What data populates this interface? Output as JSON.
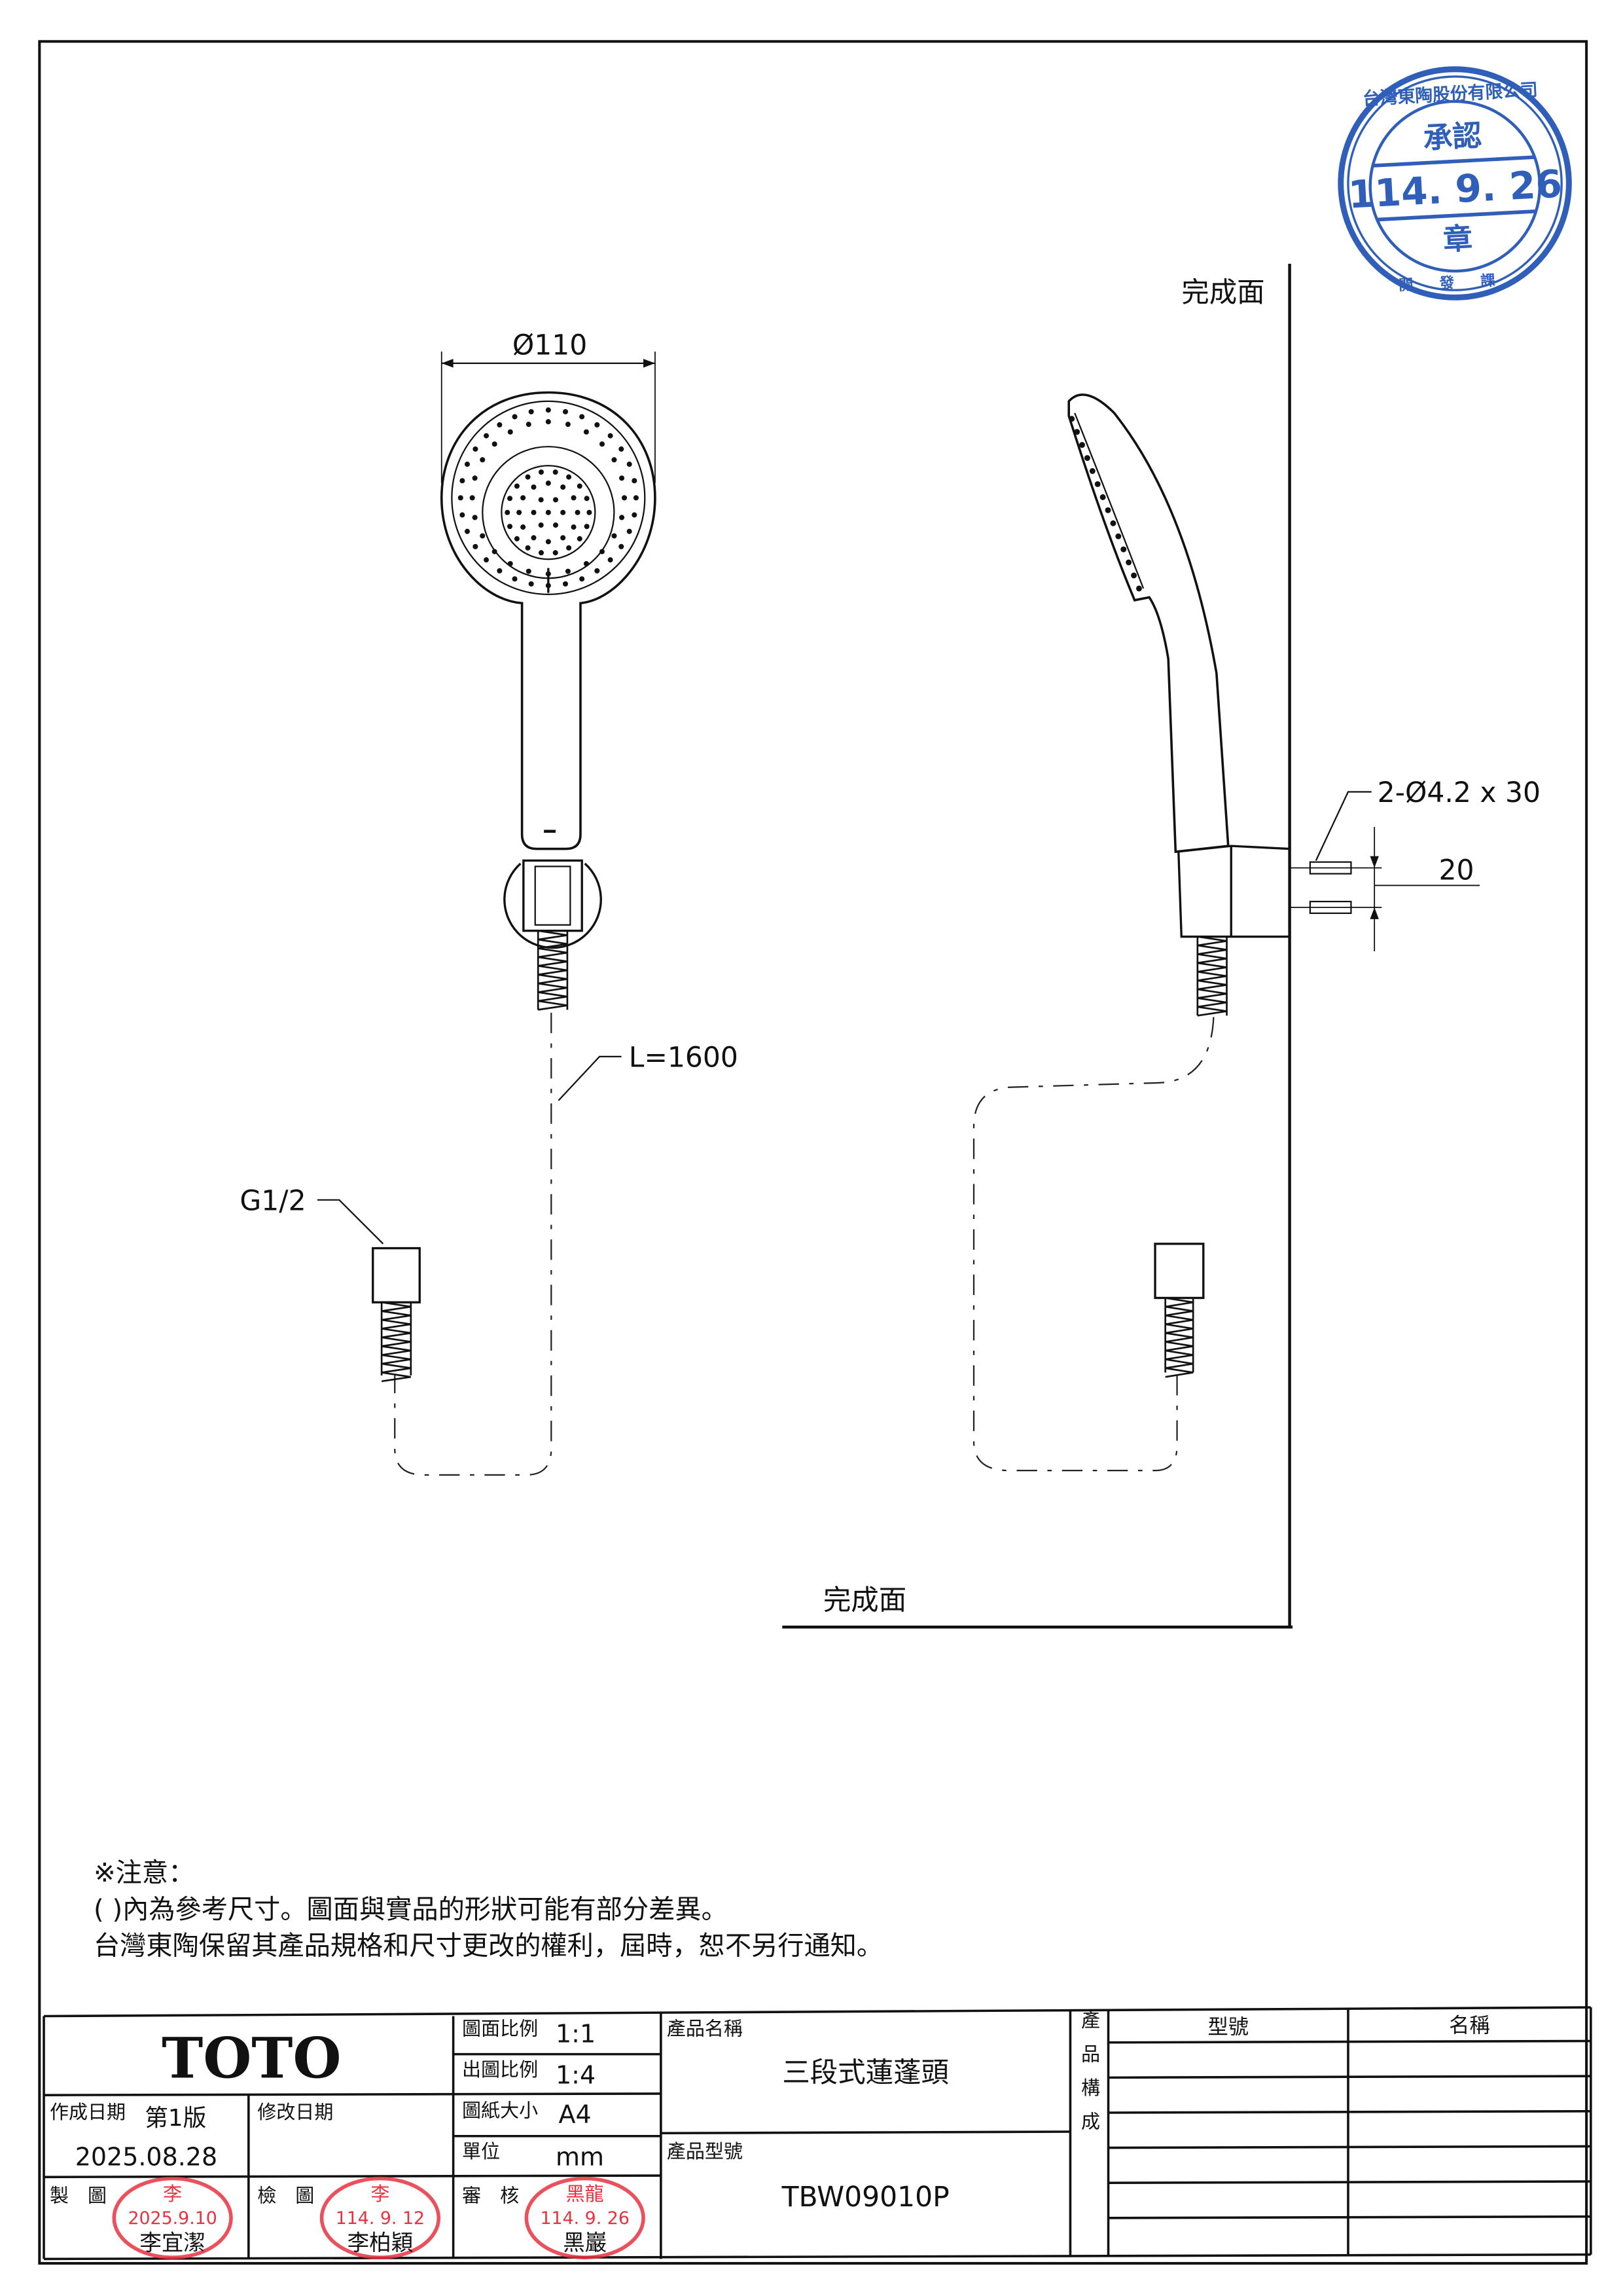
{
  "drawing": {
    "finished_surface_label": "完成面",
    "diameter_label": "Ø110",
    "hose_length_label": "L=1600",
    "thread_label": "G1/2",
    "screw_label": "2-Ø4.2 x 30",
    "screw_spacing_label": "20"
  },
  "notes": {
    "heading": "※注意：",
    "line1": "(     )內為參考尺寸。圖面與實品的形狀可能有部分差異。",
    "line2": "台灣東陶保留其產品規格和尺寸更改的權利，屆時，恕不另行通知。"
  },
  "title_block": {
    "logo": "TOTO",
    "drawing_scale_label": "圖面比例",
    "drawing_scale": "1:1",
    "print_scale_label": "出圖比例",
    "print_scale": "1:4",
    "paper_size_label": "圖紙大小",
    "paper_size": "A4",
    "unit_label": "單位",
    "unit": "mm",
    "created_label": "作成日期",
    "version": "第1版",
    "created_date": "2025.08.28",
    "revised_label": "修改日期",
    "drawn_label": "製　圖",
    "checked_label": "檢　圖",
    "reviewed_label": "審　核",
    "product_name_label": "產品名稱",
    "product_name": "三段式蓮蓬頭",
    "product_model_label": "產品型號",
    "product_model": "TBW09010P",
    "composition_label": "產品構成",
    "composition_columns": [
      "型號",
      "名稱"
    ]
  },
  "stamps": {
    "approval": {
      "company": "台灣東陶股份有限公司",
      "title": "承認",
      "date": "114. 9. 26",
      "bottom": "章",
      "footer": "開發課",
      "color": "#2f5fb8"
    },
    "drawn": {
      "surname": "李",
      "date": "2025.9.10",
      "name": "李宜潔",
      "color": "#e8323f"
    },
    "checked": {
      "surname": "李",
      "date": "114. 9. 12",
      "name": "李柏穎",
      "color": "#e8323f"
    },
    "reviewed": {
      "surname": "黑龍",
      "date": "114. 9. 26",
      "name": "黑巖",
      "color": "#e8323f"
    }
  }
}
